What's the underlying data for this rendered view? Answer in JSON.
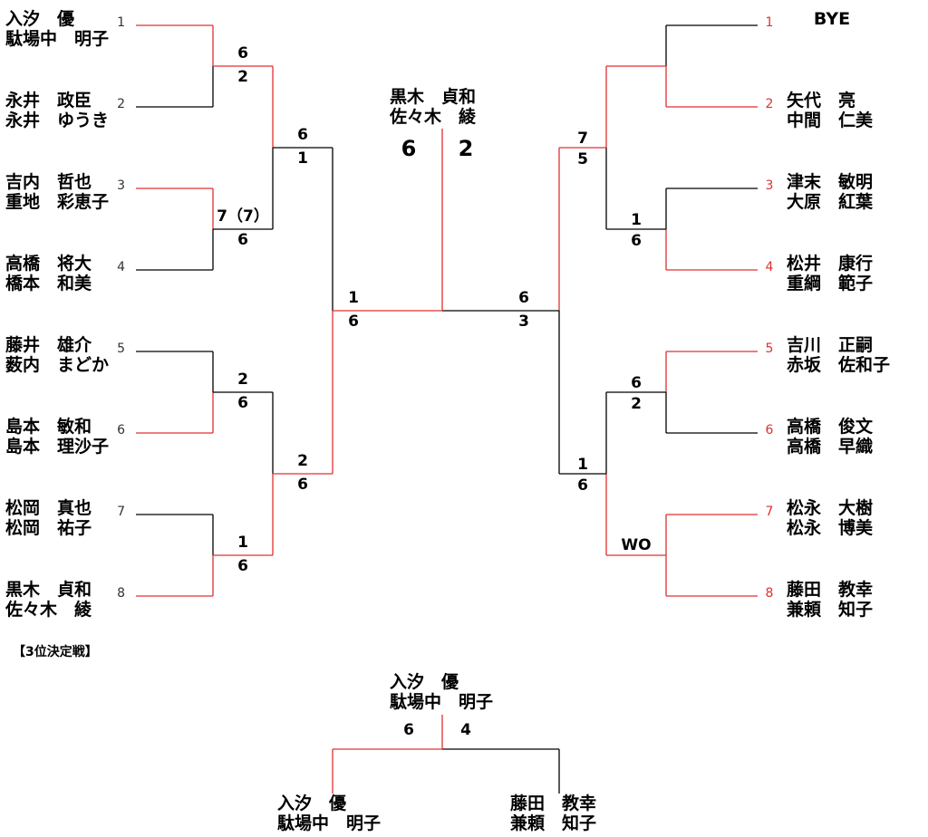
{
  "colors": {
    "winner": "#e03030",
    "line": "#000000",
    "seed_winner": "#e03030",
    "seed_loser": "#333333"
  },
  "left_players": [
    {
      "seed": "1",
      "name1": "入汐　優",
      "name2": "駄場中　明子",
      "win": true
    },
    {
      "seed": "2",
      "name1": "永井　政臣",
      "name2": "永井　ゆうき",
      "win": false
    },
    {
      "seed": "3",
      "name1": "吉内　哲也",
      "name2": "重地　彩恵子",
      "win": true
    },
    {
      "seed": "4",
      "name1": "高橋　将大",
      "name2": "橋本　和美",
      "win": false
    },
    {
      "seed": "5",
      "name1": "藤井　雄介",
      "name2": "薮内　まどか",
      "win": false
    },
    {
      "seed": "6",
      "name1": "島本　敏和",
      "name2": "島本　理沙子",
      "win": true
    },
    {
      "seed": "7",
      "name1": "松岡　真也",
      "name2": "松岡　祐子",
      "win": false
    },
    {
      "seed": "8",
      "name1": "黒木　貞和",
      "name2": "佐々木　綾",
      "win": true
    }
  ],
  "right_players": [
    {
      "seed": "1",
      "name1": "BYE",
      "name2": "",
      "win": false
    },
    {
      "seed": "2",
      "name1": "矢代　亮",
      "name2": "中間　仁美",
      "win": true
    },
    {
      "seed": "3",
      "name1": "津末　敏明",
      "name2": "大原　紅葉",
      "win": false
    },
    {
      "seed": "4",
      "name1": "松井　康行",
      "name2": "重綱　範子",
      "win": true
    },
    {
      "seed": "5",
      "name1": "吉川　正嗣",
      "name2": "赤坂　佐和子",
      "win": true
    },
    {
      "seed": "6",
      "name1": "高橋　俊文",
      "name2": "高橋　早織",
      "win": false
    },
    {
      "seed": "7",
      "name1": "松永　大樹",
      "name2": "松永　博美",
      "win": true
    },
    {
      "seed": "8",
      "name1": "藤田　教幸",
      "name2": "兼頼　知子",
      "win": true
    }
  ],
  "left_scores": {
    "r1": [
      {
        "top": "6",
        "bottom": "2"
      },
      {
        "top": "7（7）",
        "bottom": "6"
      },
      {
        "top": "2",
        "bottom": "6"
      },
      {
        "top": "1",
        "bottom": "6"
      }
    ],
    "r2": [
      {
        "top": "6",
        "bottom": "1"
      },
      {
        "top": "2",
        "bottom": "6"
      }
    ],
    "sf": {
      "top": "1",
      "bottom": "6"
    }
  },
  "right_scores": {
    "r1": [
      {
        "top": "7",
        "bottom": "5"
      },
      {
        "top": "1",
        "bottom": "6"
      },
      {
        "top": "6",
        "bottom": "2"
      },
      {
        "top": "WO",
        "bottom": ""
      }
    ],
    "r2": [
      {
        "top": "1",
        "bottom": "6"
      },
      {
        "top": "1",
        "bottom": "6"
      }
    ],
    "sf": {
      "top": "6",
      "bottom": "3"
    }
  },
  "champion": {
    "name1": "黒木　貞和",
    "name2": "佐々木　綾",
    "score_left": "6",
    "score_right": "2"
  },
  "third_place": {
    "title": "【3位決定戦】",
    "winner_name1": "入汐　優",
    "winner_name2": "駄場中　明子",
    "score_left": "6",
    "score_right": "4",
    "left_name1": "入汐　優",
    "left_name2": "駄場中　明子",
    "right_name1": "藤田　教幸",
    "right_name2": "兼頼　知子"
  }
}
